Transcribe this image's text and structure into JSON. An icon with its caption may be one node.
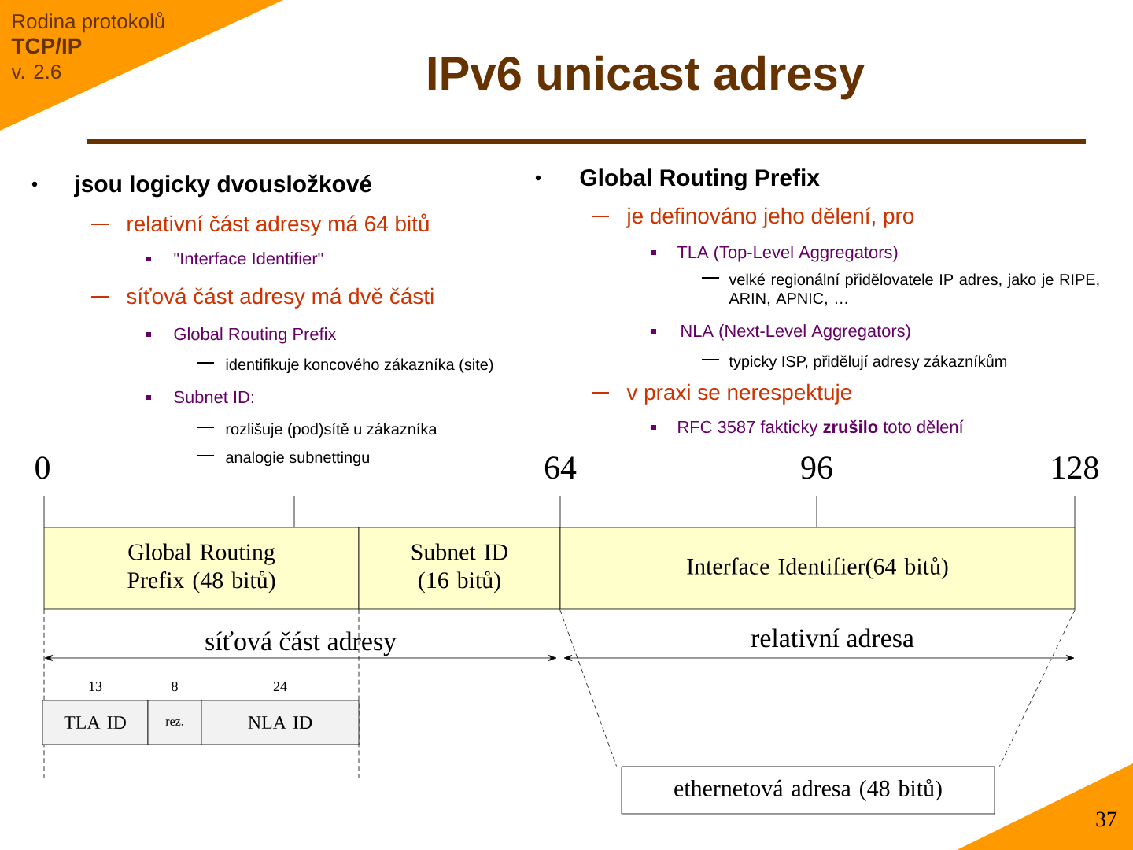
{
  "diagram": {
    "title": "IPv6 unicast adresy",
    "nodes": [
      {
        "text": [
          "Global Routing Prefix (48 bitů)"
        ]
      },
      {
        "text": [
          "Subnet ID (16 bitů)"
        ]
      },
      {
        "text": [
          "Interface Identifier(64 bitů)"
        ]
      },
      {
        "text": [
          "TLA ID"
        ],
        "beside": [
          "13"
        ]
      },
      {
        "text": [
          "rez."
        ],
        "beside": [
          "8"
        ]
      },
      {
        "text": [
          "NLA ID"
        ],
        "beside": [
          "24"
        ]
      },
      {
        "text": [
          "ethernetová adresa (48 bitů)"
        ]
      }
    ],
    "edges": [
      {
        "from": 2,
        "to": 6,
        "arrow": "none",
        "style": "dashed"
      },
      {
        "from": 2,
        "to": 6,
        "arrow": "none",
        "style": "dashed"
      }
    ],
    "labels": [
      "Rodina protokolů",
      "TCP/IP",
      "v. 2.6",
      "jsou logicky dvousložkové",
      "relativní část adresy má 64 bitů",
      "\"Interface Identifier\"",
      "síťová část adresy má dvě části",
      "Global Routing Prefix",
      "identifikuje koncového zákazníka (site)",
      "Subnet ID:",
      "rozlišuje (pod)sítě u zákazníka",
      "analogie subnettingu",
      "Global Routing Prefix",
      "je definováno jeho dělení, pro",
      "TLA (Top-Level Aggregators)",
      "velké regionální přidělovatele IP adres, jako je RIPE, ARIN, APNIC, …",
      "NLA (Next-Level Aggregators)",
      "typicky ISP, přidělují adresy zákazníkům",
      "v praxi se nerespektuje",
      "RFC 3587 fakticky **zrušilo** toto dělení",
      "0",
      "64",
      "96",
      "128",
      "síťová část adresy",
      "relativní adresa",
      "37"
    ]
  }
}
